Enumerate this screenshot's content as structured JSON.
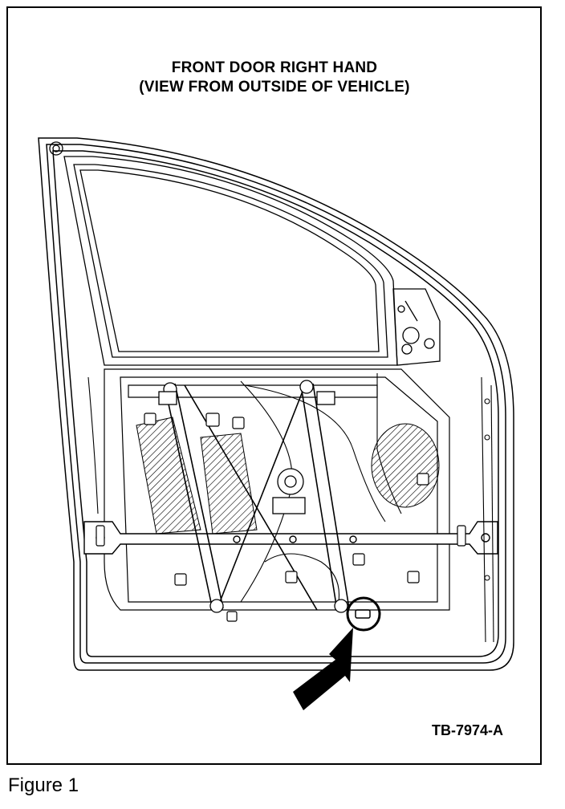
{
  "title": {
    "line1": "FRONT DOOR RIGHT HAND",
    "line2": "(VIEW FROM OUTSIDE OF VEHICLE)"
  },
  "diagram_code": "TB-7974-A",
  "figure_caption": "Figure 1",
  "callout": {
    "icon": "arrow-icon",
    "target": "circled-hole"
  },
  "colors": {
    "line": "#000000",
    "background": "#ffffff"
  }
}
